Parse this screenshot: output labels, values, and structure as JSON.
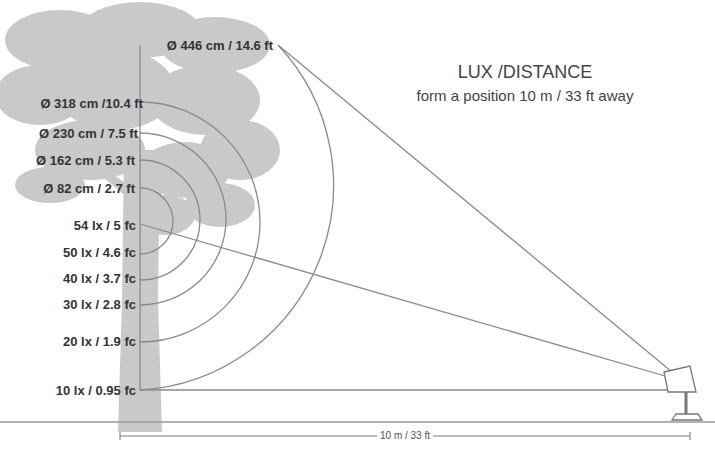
{
  "diagram": {
    "title": "LUX /DISTANCE",
    "labels": [
      "form a position 10 m / 33 ft away",
      "Ø 446 cm / 14.6 ft",
      "Ø 318 cm /10.4 ft",
      "Ø 230 cm / 7.5 ft",
      "Ø 162 cm / 5.3 ft",
      "Ø 82 cm / 2.7 ft",
      "54 lx / 5 fc",
      "50 lx / 4.6 fc",
      "40 lx / 3.7 fc",
      "30 lx / 2.8 fc",
      "20 lx / 1.9 fc",
      "10 lx / 0.95 fc",
      "10 m / 33 ft"
    ]
  }
}
